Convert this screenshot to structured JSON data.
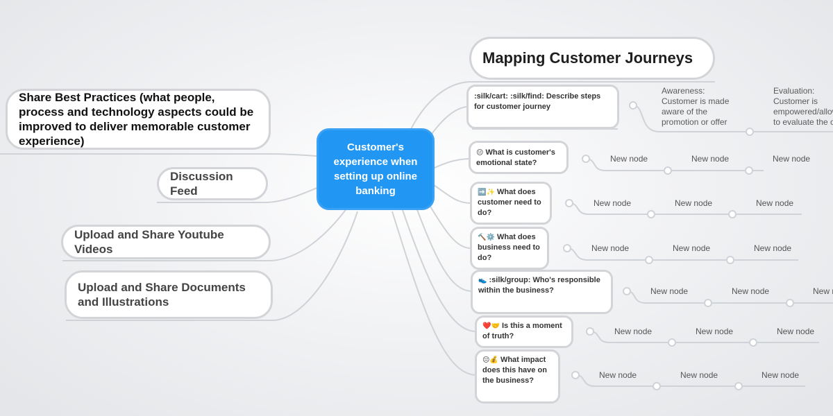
{
  "center_topic": "Customer's experience when setting up online banking",
  "left_topics": [
    {
      "label": "Share Best Practices (what people, process and technology aspects could be improved to deliver memorable customer experience)"
    },
    {
      "label": "Discussion Feed"
    },
    {
      "label": "Upload and Share Youtube Videos"
    },
    {
      "label": "Upload and Share Documents and Illustrations"
    }
  ],
  "title_topic": "Mapping Customer Journeys",
  "right_topics": [
    {
      "icon": "",
      "label": ":silk/cart: :silk/find: Describe steps for customer journey",
      "children": [
        "Awareness:\nCustomer is made aware of the promotion or offer",
        "Evaluation:\nCustomer is empowered/allowed to evaluate the offer"
      ]
    },
    {
      "icon": "😐",
      "label": "What is customer's emotional state?",
      "children": [
        "New node",
        "New node",
        "New node"
      ]
    },
    {
      "icon": "➡️✨",
      "label": "What does customer need to do?",
      "children": [
        "New node",
        "New node",
        "New node"
      ]
    },
    {
      "icon": "🔨⚙️",
      "label": "What does business need to do?",
      "children": [
        "New node",
        "New node",
        "New node"
      ]
    },
    {
      "icon": "👟",
      "label": ":silk/group: Who's responsible within the business?",
      "children": [
        "New node",
        "New node",
        "New node"
      ]
    },
    {
      "icon": "❤️🤝",
      "label": "Is this a moment of truth?",
      "children": [
        "New node",
        "New node",
        "New node"
      ]
    },
    {
      "icon": "😐💰",
      "label": "What impact does this have on the business?",
      "children": [
        "New node",
        "New node",
        "New node"
      ]
    }
  ]
}
